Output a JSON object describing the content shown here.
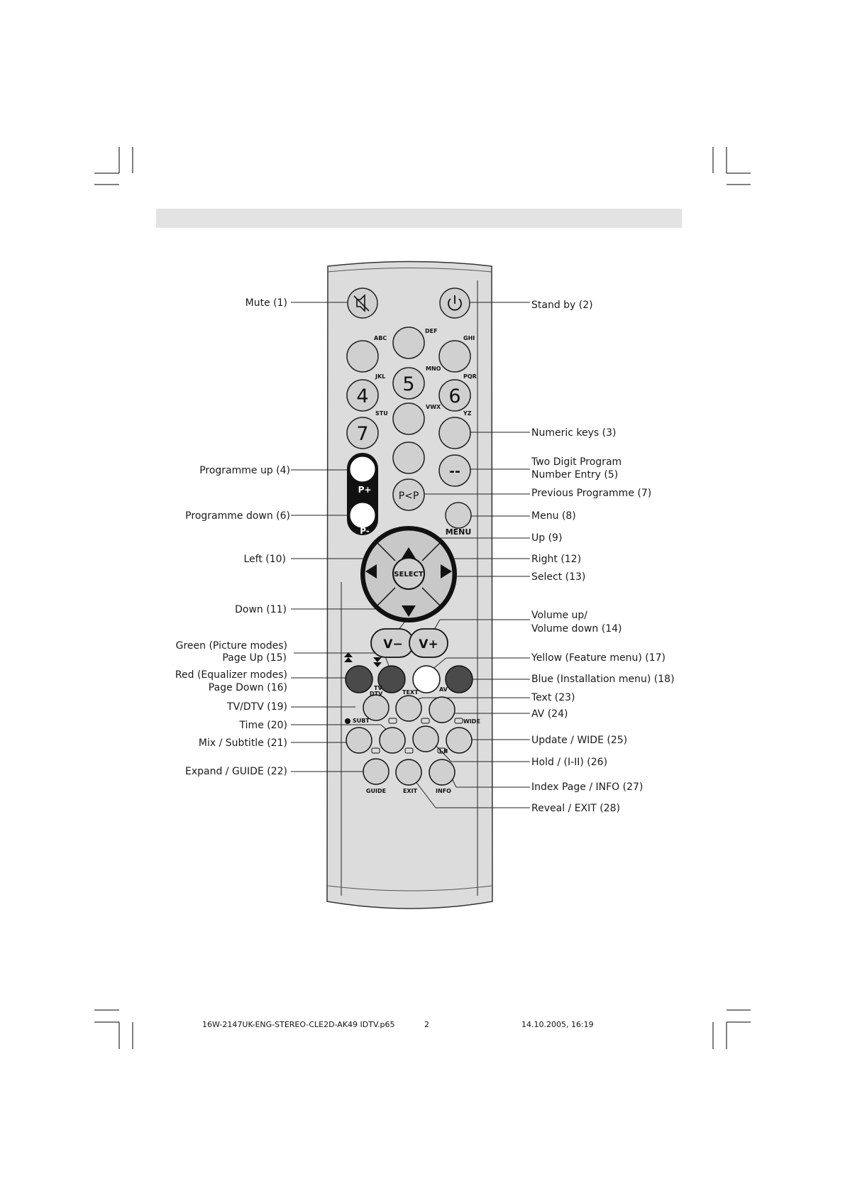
{
  "labels_left": {
    "mute": "Mute (1)",
    "prog_up": "Programme up (4)",
    "prog_down": "Programme down (6)",
    "left": "Left (10)",
    "down": "Down (11)",
    "green_1": "Green (Picture modes)",
    "green_2": "Page Up (15)",
    "red_1": "Red (Equalizer modes)",
    "red_2": "Page Down (16)",
    "tvdtv": "TV/DTV (19)",
    "time": "Time (20)",
    "mix": "Mix / Subtitle (21)",
    "expand": "Expand / GUIDE (22)"
  },
  "labels_right": {
    "standby": "Stand by (2)",
    "numeric": "Numeric keys (3)",
    "two_digit_1": "Two Digit Program",
    "two_digit_2": "Number Entry (5)",
    "prev_prog": "Previous Programme (7)",
    "menu": "Menu (8)",
    "up": "Up (9)",
    "right": "Right (12)",
    "select": "Select (13)",
    "volume_1": "Volume up/",
    "volume_2": "Volume down (14)",
    "yellow": "Yellow (Feature menu) (17)",
    "blue": "Blue (Installation menu) (18)",
    "text": "Text (23)",
    "av": "AV (24)",
    "update": "Update / WIDE (25)",
    "hold": "Hold / (I-II) (26)",
    "index": "Index Page / INFO (27)",
    "reveal": "Reveal / EXIT (28)"
  },
  "remote": {
    "letters": {
      "abc": "ABC",
      "def": "DEF",
      "ghi": "GHI",
      "jkl": "JKL",
      "mno": "MNO",
      "pqr": "PQR",
      "stu": "STU",
      "vwx": "VWX",
      "yz": "YZ"
    },
    "digits": {
      "four": "4",
      "five": "5",
      "six": "6",
      "seven": "7"
    },
    "two_digit_symbol": "--",
    "pp": "P<P",
    "p_plus": "P+",
    "p_minus": "P-",
    "menu": "MENU",
    "select": "SELECT",
    "v_minus": "V−",
    "v_plus": "V+",
    "tv": "TV",
    "dtv": "DTV",
    "text": "TEXT",
    "av": "AV",
    "subt": "SUBT",
    "wide": "WIDE",
    "i_ii": "I-II",
    "guide": "GUIDE",
    "exit": "EXIT",
    "info": "INFO"
  },
  "colors": {
    "red": "#4a4a4a",
    "green": "#4a4a4a",
    "yellow": "#ffffff",
    "blue": "#4a4a4a",
    "button": "#d0d0d0",
    "body": "#dcdcdc"
  },
  "footer": {
    "file": "16W-2147UK-ENG-STEREO-CLE",
    "page_num": "2",
    "file_rest": "D-AK49 IDTV.p65",
    "page_num_2": "2",
    "date": "14.10.2005, 16:19"
  }
}
